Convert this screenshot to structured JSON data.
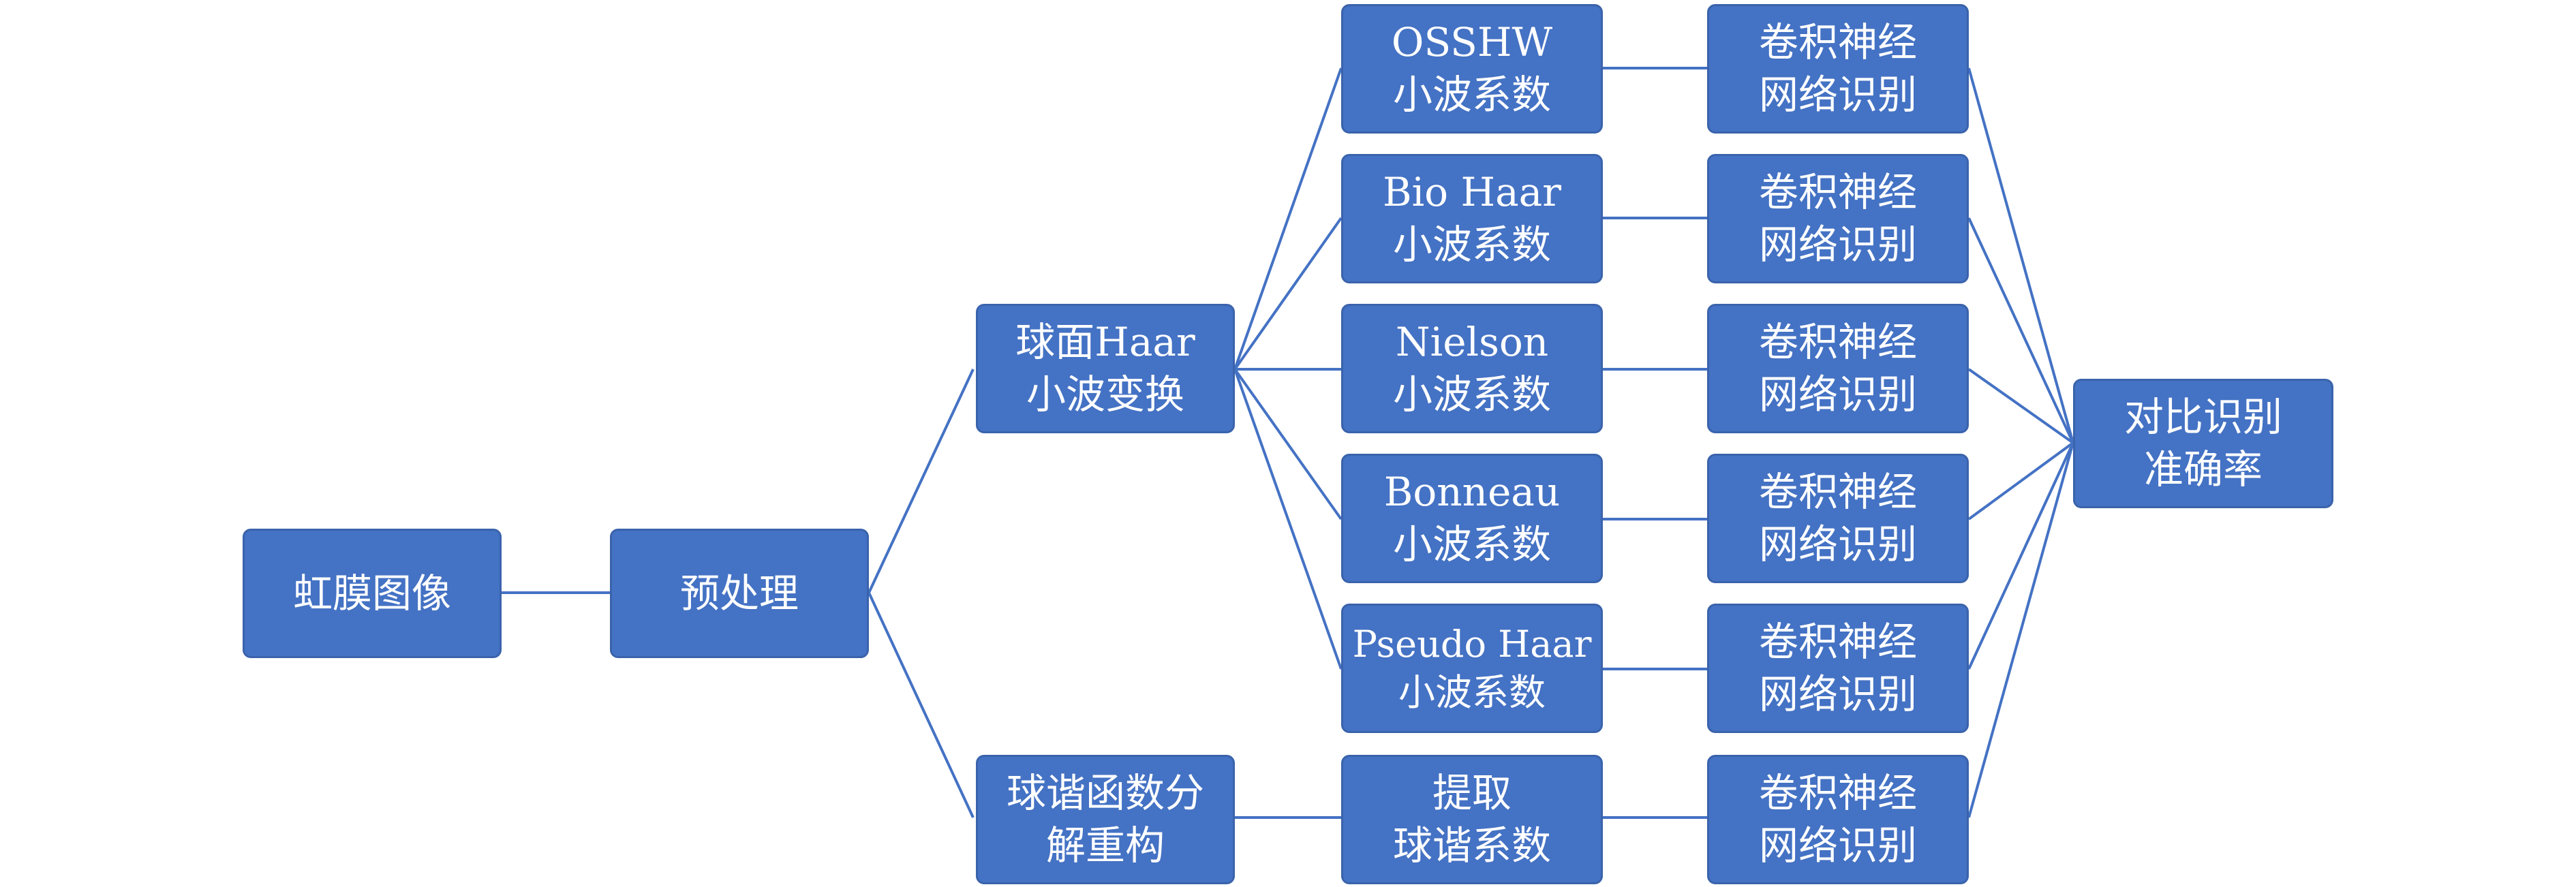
{
  "nodes": {
    "iris_image": [
      "虹膜图像"
    ],
    "preprocess": [
      "预处理"
    ],
    "spherical_haar": [
      "球面Haar",
      "小波变换"
    ],
    "spherical_harmonic": [
      "球谐函数分",
      "解重构"
    ],
    "coef_osshw": [
      "OSSHW",
      "小波系数"
    ],
    "coef_bio_haar": [
      "Bio Haar",
      "小波系数"
    ],
    "coef_nielson": [
      "Nielson",
      "小波系数"
    ],
    "coef_bonneau": [
      "Bonneau",
      "小波系数"
    ],
    "coef_pseudo_haar": [
      "Pseudo Haar",
      "小波系数"
    ],
    "coef_extract": [
      "提取",
      "球谐系数"
    ],
    "cnn_1": [
      "卷积神经",
      "网络识别"
    ],
    "cnn_2": [
      "卷积神经",
      "网络识别"
    ],
    "cnn_3": [
      "卷积神经",
      "网络识别"
    ],
    "cnn_4": [
      "卷积神经",
      "网络识别"
    ],
    "cnn_5": [
      "卷积神经",
      "网络识别"
    ],
    "cnn_6": [
      "卷积神经",
      "网络识别"
    ],
    "accuracy": [
      "对比识别",
      "准确率"
    ]
  },
  "edges": [
    [
      "iris_image",
      "preprocess"
    ],
    [
      "preprocess",
      "spherical_haar"
    ],
    [
      "preprocess",
      "spherical_harmonic"
    ],
    [
      "spherical_haar",
      "coef_osshw"
    ],
    [
      "spherical_haar",
      "coef_bio_haar"
    ],
    [
      "spherical_haar",
      "coef_nielson"
    ],
    [
      "spherical_haar",
      "coef_bonneau"
    ],
    [
      "spherical_haar",
      "coef_pseudo_haar"
    ],
    [
      "spherical_harmonic",
      "coef_extract"
    ],
    [
      "coef_osshw",
      "cnn_1"
    ],
    [
      "coef_bio_haar",
      "cnn_2"
    ],
    [
      "coef_nielson",
      "cnn_3"
    ],
    [
      "coef_bonneau",
      "cnn_4"
    ],
    [
      "coef_pseudo_haar",
      "cnn_5"
    ],
    [
      "coef_extract",
      "cnn_6"
    ],
    [
      "cnn_1",
      "accuracy"
    ],
    [
      "cnn_2",
      "accuracy"
    ],
    [
      "cnn_3",
      "accuracy"
    ],
    [
      "cnn_4",
      "accuracy"
    ],
    [
      "cnn_5",
      "accuracy"
    ],
    [
      "cnn_6",
      "accuracy"
    ]
  ],
  "colors": {
    "box": "#4472c4",
    "line": "#4472c4",
    "text": "#ffffff"
  }
}
